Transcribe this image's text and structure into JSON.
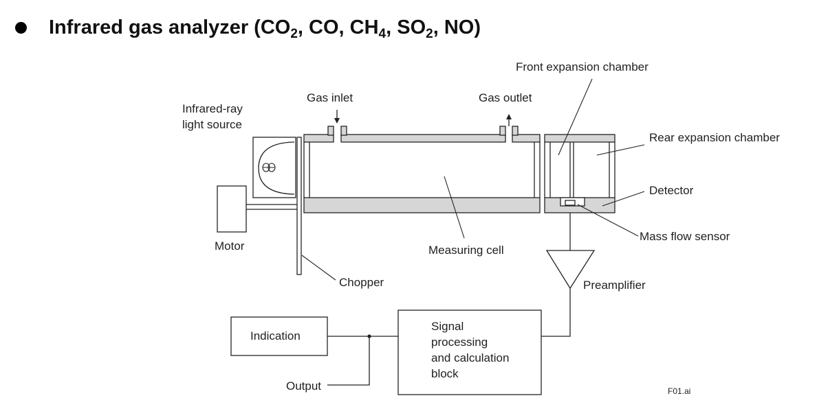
{
  "heading": {
    "title_parts": [
      {
        "t": "Infrared gas analyzer (CO"
      },
      {
        "sub": "2"
      },
      {
        "t": ", CO, CH"
      },
      {
        "sub": "4"
      },
      {
        "t": ", SO"
      },
      {
        "sub": "2"
      },
      {
        "t": ", NO)"
      }
    ]
  },
  "labels": {
    "front_expansion_chamber": "Front expansion chamber",
    "rear_expansion_chamber": "Rear expansion chamber",
    "gas_inlet": "Gas inlet",
    "gas_outlet": "Gas outlet",
    "light_source_line1": "Infrared-ray",
    "light_source_line2": "light source",
    "detector": "Detector",
    "motor": "Motor",
    "mass_flow_sensor": "Mass flow sensor",
    "measuring_cell": "Measuring cell",
    "chopper": "Chopper",
    "preamplifier": "Preamplifier",
    "indication": "Indication",
    "signal_line1": "Signal",
    "signal_line2": "processing",
    "signal_line3": "and calculation",
    "signal_line4": "block",
    "output": "Output",
    "file_tag": "F01.ai"
  }
}
